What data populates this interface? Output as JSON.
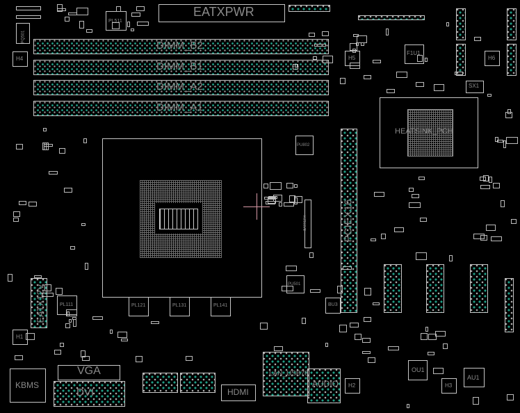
{
  "board": {
    "eatxpwr": "EATXPWR",
    "pl511": "PL511",
    "pq501": "PQ501",
    "dimm_b2": "DIMM_B2",
    "dimm_b1": "DIMM_B1",
    "dimm_a2": "DIMM_A2",
    "dimm_a1": "DIMM_A1",
    "f1u1": "F1U1",
    "sx1": "SX1",
    "heatsink_pch": "HEATSINK_PCH",
    "pciex16": "PCIEX16",
    "battery": "BATTERY",
    "pu802": "PU802",
    "eatx12v": "EATX12V",
    "pl111": "PL111",
    "pl121": "PL121",
    "pl131": "PL131",
    "pl141": "PL141",
    "bu3": "BU3",
    "pu501": "PU501",
    "kbms": "KBMS",
    "vga": "VGA",
    "dvi": "DVI",
    "hdmi": "HDMI",
    "lan_usb": "LAN_USB78",
    "audio": "AUDIO",
    "ou1": "OU1",
    "au1": "AU1",
    "h5": "H5",
    "h6": "H6",
    "h1": "H1",
    "h2": "H2",
    "h3": "H3",
    "h4": "H4"
  },
  "colors": {
    "outline": "#c8c8c8",
    "pin": "#1f9e86",
    "cursor": "#d99aa8",
    "background": "#000000"
  }
}
